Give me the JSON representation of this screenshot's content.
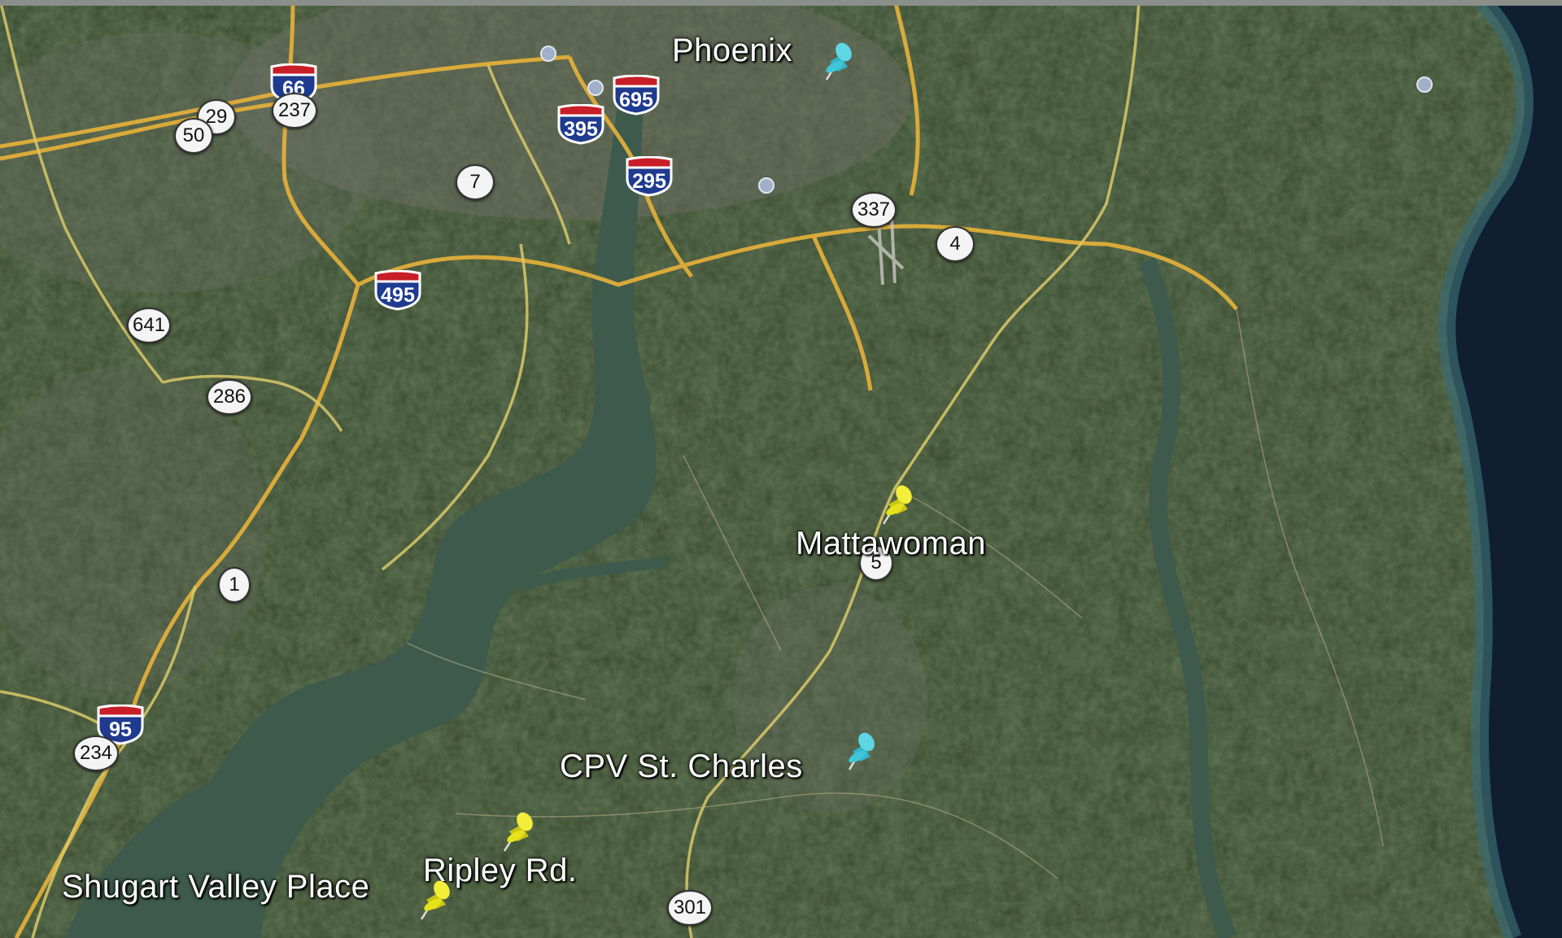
{
  "map": {
    "colors": {
      "land": "#2f4226",
      "forest": "#21331c",
      "urban": "#6e6f66",
      "water": "#3d5a4c",
      "ocean": "#0f1e30",
      "road_major": "#e8b23a",
      "road_minor": "#d9c96a"
    },
    "places": [
      {
        "id": "phoenix",
        "label": "Phoenix",
        "pin": "cyan-pushpin-icon",
        "color": "#3fc6d8"
      },
      {
        "id": "mattawoman",
        "label": "Mattawoman",
        "pin": "yellow-pushpin-icon",
        "color": "#e6e21a"
      },
      {
        "id": "cpv-st-charles",
        "label": "CPV St. Charles",
        "pin": "cyan-pushpin-icon",
        "color": "#3fc6d8"
      },
      {
        "id": "ripley-rd",
        "label": "Ripley Rd.",
        "pin": "yellow-pushpin-icon",
        "color": "#e6e21a"
      },
      {
        "id": "shugart-valley-place",
        "label": "Shugart Valley Place",
        "pin": "yellow-pushpin-icon",
        "color": "#e6e21a"
      }
    ],
    "interstate_shields": [
      "66",
      "395",
      "695",
      "295",
      "495",
      "95"
    ],
    "route_shields": [
      "29",
      "50",
      "237",
      "7",
      "337",
      "4",
      "641",
      "286",
      "1",
      "234",
      "5",
      "301"
    ]
  }
}
